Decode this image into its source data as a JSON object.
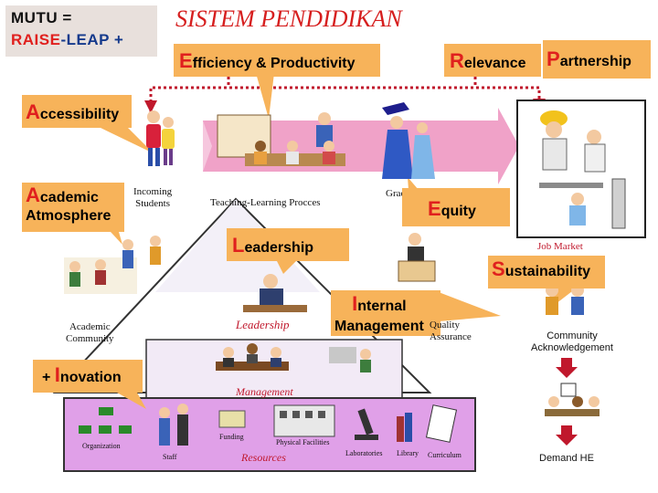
{
  "header": {
    "mutu_line1": "MUTU =",
    "mutu_raise": "RAISE",
    "mutu_dash": "-",
    "mutu_leap": "LEAP +",
    "title": "SISTEM PENDIDIKAN"
  },
  "callouts": {
    "efficiency_initial": "E",
    "efficiency_rest": "fficiency & Productivity",
    "relevance_initial": "R",
    "relevance_rest": "elevance",
    "partnership_initial": "P",
    "partnership_rest": "artnership",
    "accessibility_initial": "A",
    "accessibility_rest": "ccessibility",
    "academic_initial": "A",
    "academic_rest": "cademic",
    "academic_line2": "Atmosphere",
    "equity_initial": "E",
    "equity_rest": "quity",
    "leadership_initial": "L",
    "leadership_rest": "eadership",
    "sustainability_initial": "S",
    "sustainability_rest": "ustainability",
    "internal_initial": "I",
    "internal_rest": "nternal",
    "internal_line2": "Management",
    "inovation_prefix": "+ ",
    "inovation_initial": "I",
    "inovation_rest": "novation"
  },
  "labels": {
    "incoming_1": "Incoming",
    "incoming_2": "Students",
    "teaching": "Teaching-Learning Procces",
    "graduates": "Graduates",
    "job_market": "Job Market",
    "quality_1": "Quality",
    "quality_2": "Assurance",
    "community_ack_1": "Community",
    "community_ack_2": "Acknowledgement",
    "academic_community_1": "Academic",
    "academic_community_2": "Community",
    "leadership_caption": "Leadership",
    "management": "Management",
    "organization": "Organization",
    "staff": "Staff",
    "funding": "Funding",
    "physical_facilities": "Physical Facilities",
    "resources": "Resources",
    "laboratories": "Laboratories",
    "library": "Library",
    "curriculum": "Curriculum",
    "demand_he": "Demand HE"
  },
  "colors": {
    "process_arrow": "#f0a2c8",
    "dotted_line": "#c0182c",
    "callout": "#f7b35a",
    "mutu_bg": "#e8e0dc",
    "resources_panel": "#e0a0e8",
    "title_red": "#d61e1e"
  }
}
